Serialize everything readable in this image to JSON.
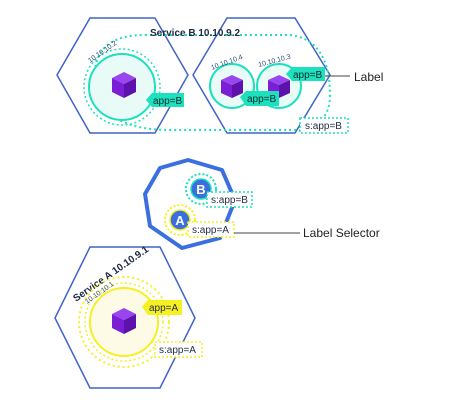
{
  "service_b": {
    "title": "Service B 10.10.9.2"
  },
  "service_a": {
    "title": "Service A  10.10.9.1"
  },
  "pods": {
    "b1": {
      "ip": "10.10.10.2",
      "label": "app=B"
    },
    "b2": {
      "ip": "10.10.10.4",
      "label": "app=B"
    },
    "b3": {
      "ip": "10.10.10.3",
      "label": "app=B"
    },
    "a1": {
      "ip": "10.10.10.1",
      "label": "app=A"
    }
  },
  "selectors": {
    "b": "s:app=B",
    "a": "s:app=A",
    "legend_b": "s:app=B",
    "legend_a": "s:app=A"
  },
  "legend_badges": {
    "b": "B",
    "a": "A"
  },
  "callouts": {
    "label": "Label",
    "label_selector": "Label Selector"
  },
  "colors": {
    "node_outline": "#3f63c7",
    "teal": "#1ce0be",
    "teal_fill": "#e9fbf6",
    "yellow": "#f6ef22",
    "yellow_fill": "#fdfbe6",
    "cube": "#7a1fd6",
    "selector_blue": "#3b6fe0"
  }
}
